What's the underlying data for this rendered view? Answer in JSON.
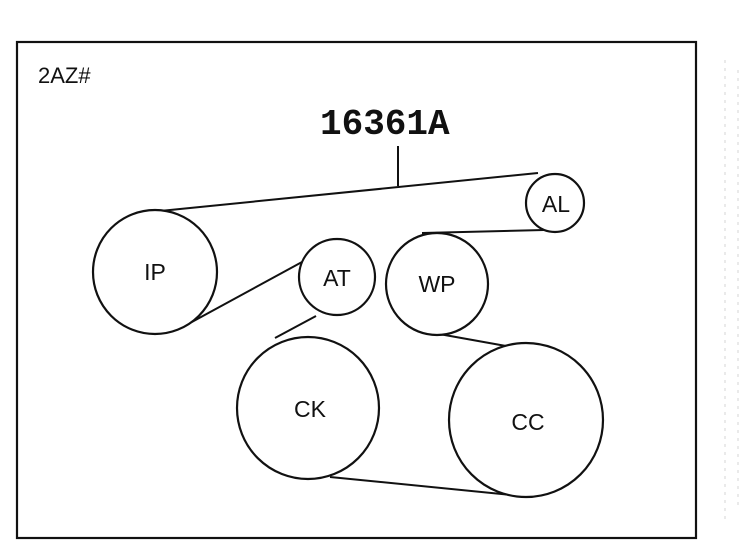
{
  "engine_code": "2AZ#",
  "part_number": "16361A",
  "pulleys": [
    {
      "id": "IP",
      "label": "IP"
    },
    {
      "id": "AT",
      "label": "AT"
    },
    {
      "id": "AL",
      "label": "AL"
    },
    {
      "id": "WP",
      "label": "WP"
    },
    {
      "id": "CK",
      "label": "CK"
    },
    {
      "id": "CC",
      "label": "CC"
    }
  ]
}
